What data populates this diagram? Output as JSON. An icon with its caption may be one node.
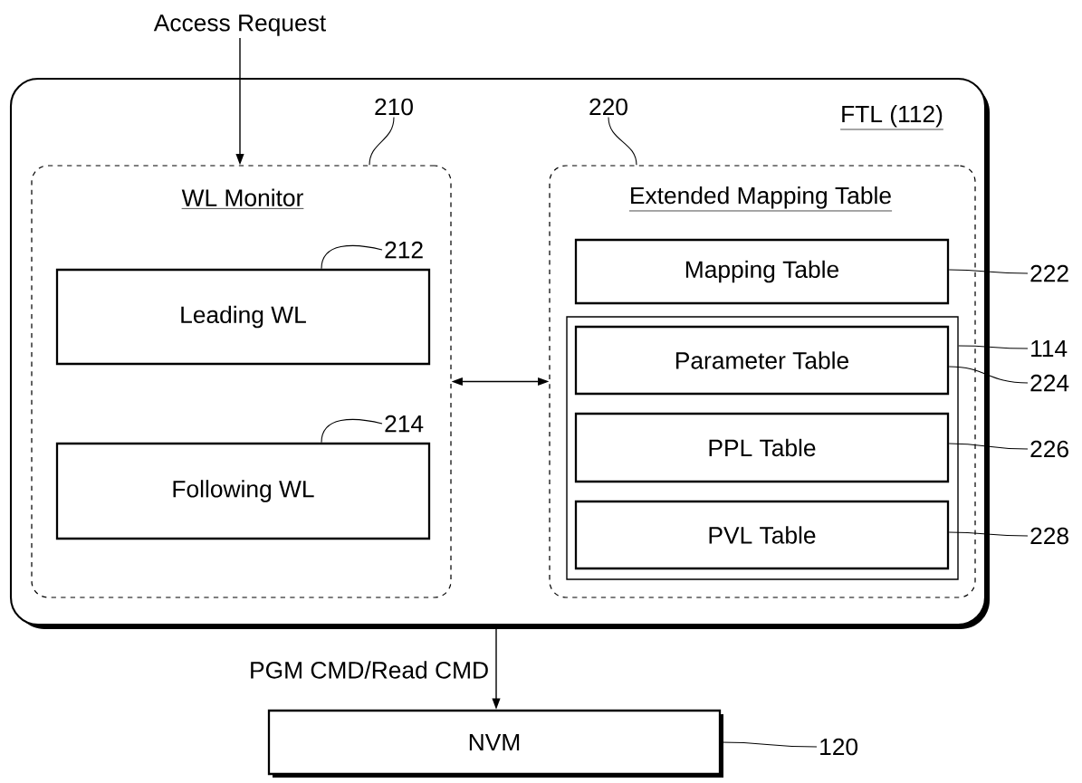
{
  "diagram": {
    "nodes": [
      {
        "text": [
          "FTL (112)"
        ]
      },
      {
        "text": [
          "WL Monitor"
        ],
        "in": 0
      },
      {
        "text": [
          "Leading WL"
        ],
        "in": 1
      },
      {
        "text": [
          "Following WL"
        ],
        "in": 1
      },
      {
        "text": [
          "Extended Mapping Table"
        ],
        "in": 0
      },
      {
        "text": [
          "Mapping Table"
        ],
        "in": 4
      },
      {
        "text": [],
        "shape": "box",
        "in": 4
      },
      {
        "text": [
          "Parameter Table"
        ],
        "in": 6
      },
      {
        "text": [
          "PPL Table"
        ],
        "in": 6
      },
      {
        "text": [
          "PVL Table"
        ],
        "in": 6
      },
      {
        "text": [
          "NVM"
        ]
      },
      {
        "text": [
          "Access Request"
        ]
      },
      {
        "text": [
          "210"
        ],
        "in": 0
      },
      {
        "text": [
          "212"
        ],
        "in": 1
      },
      {
        "text": [
          "214"
        ],
        "in": 1
      },
      {
        "text": [
          "220"
        ],
        "in": 0
      },
      {
        "text": [
          "222"
        ]
      },
      {
        "text": [
          "114"
        ]
      },
      {
        "text": [
          "224"
        ]
      },
      {
        "text": [
          "226"
        ]
      },
      {
        "text": [
          "228"
        ]
      },
      {
        "text": [
          "120"
        ]
      }
    ],
    "edges": [
      {
        "from": 11,
        "to": 1,
        "arrow": "to"
      },
      {
        "from": 1,
        "to": 4,
        "arrow": "both"
      },
      {
        "from": 0,
        "to": 10,
        "arrow": "to",
        "label": "PGM CMD/Read CMD"
      },
      {
        "from": 12,
        "to": 1,
        "arrow": "none"
      },
      {
        "from": 13,
        "to": 2,
        "arrow": "none"
      },
      {
        "from": 14,
        "to": 3,
        "arrow": "none"
      },
      {
        "from": 15,
        "to": 4,
        "arrow": "none"
      },
      {
        "from": 16,
        "to": 5,
        "arrow": "none"
      },
      {
        "from": 17,
        "to": 6,
        "arrow": "none"
      },
      {
        "from": 18,
        "to": 7,
        "arrow": "none"
      },
      {
        "from": 19,
        "to": 8,
        "arrow": "none"
      },
      {
        "from": 20,
        "to": 9,
        "arrow": "none"
      },
      {
        "from": 21,
        "to": 10,
        "arrow": "none"
      }
    ]
  }
}
